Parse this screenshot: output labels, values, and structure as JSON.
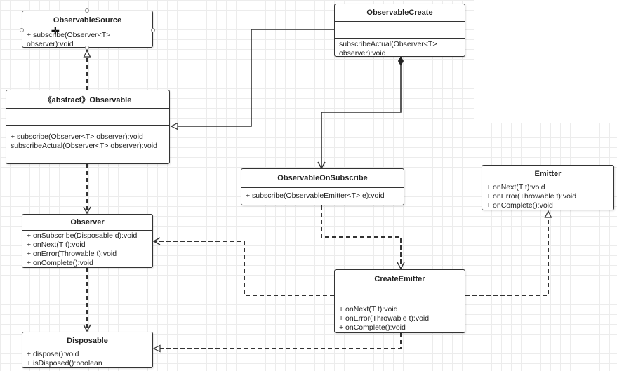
{
  "classes": {
    "observable_source": {
      "name": "ObservableSource",
      "ops": [
        "+ subscribe(Observer<T>",
        "observer):void"
      ]
    },
    "observable_create": {
      "name": "ObservableCreate",
      "ops": [
        "subscribeActual(Observer<T>",
        "observer):void"
      ]
    },
    "observable": {
      "name": "《abstract》Observable",
      "ops": [
        "+ subscribe(Observer<T> observer):void",
        "subscribeActual(Observer<T> observer):void"
      ]
    },
    "observable_on_subscribe": {
      "name": "ObservableOnSubscribe",
      "ops": [
        "+ subscribe(ObservableEmitter<T> e):void"
      ]
    },
    "emitter": {
      "name": "Emitter",
      "ops": [
        "+ onNext(T t):void",
        "+ onError(Throwable t):void",
        "+ onComplete():void"
      ]
    },
    "observer": {
      "name": "Observer",
      "ops": [
        "+ onSubscribe(Disposable d):void",
        "+ onNext(T t):void",
        "+ onError(Throwable t):void",
        "+ onComplete():void"
      ]
    },
    "create_emitter": {
      "name": "CreateEmitter",
      "ops": [
        "+ onNext(T t):void",
        "+ onError(Throwable t):void",
        "+ onComplete():void"
      ]
    },
    "disposable": {
      "name": "Disposable",
      "ops": [
        "+ dispose():void",
        "+ isDisposed():boolean"
      ]
    }
  },
  "relations": [
    {
      "from": "Observable",
      "to": "ObservableSource",
      "kind": "realization"
    },
    {
      "from": "ObservableCreate",
      "to": "Observable",
      "kind": "generalization"
    },
    {
      "from": "ObservableCreate",
      "to": "ObservableOnSubscribe",
      "kind": "composition"
    },
    {
      "from": "Observable",
      "to": "Observer",
      "kind": "dependency"
    },
    {
      "from": "Observer",
      "to": "Disposable",
      "kind": "dependency"
    },
    {
      "from": "ObservableOnSubscribe",
      "to": "CreateEmitter",
      "kind": "dependency"
    },
    {
      "from": "CreateEmitter",
      "to": "Observer",
      "kind": "dependency"
    },
    {
      "from": "CreateEmitter",
      "to": "Emitter",
      "kind": "realization"
    },
    {
      "from": "CreateEmitter",
      "to": "Disposable",
      "kind": "realization"
    }
  ]
}
